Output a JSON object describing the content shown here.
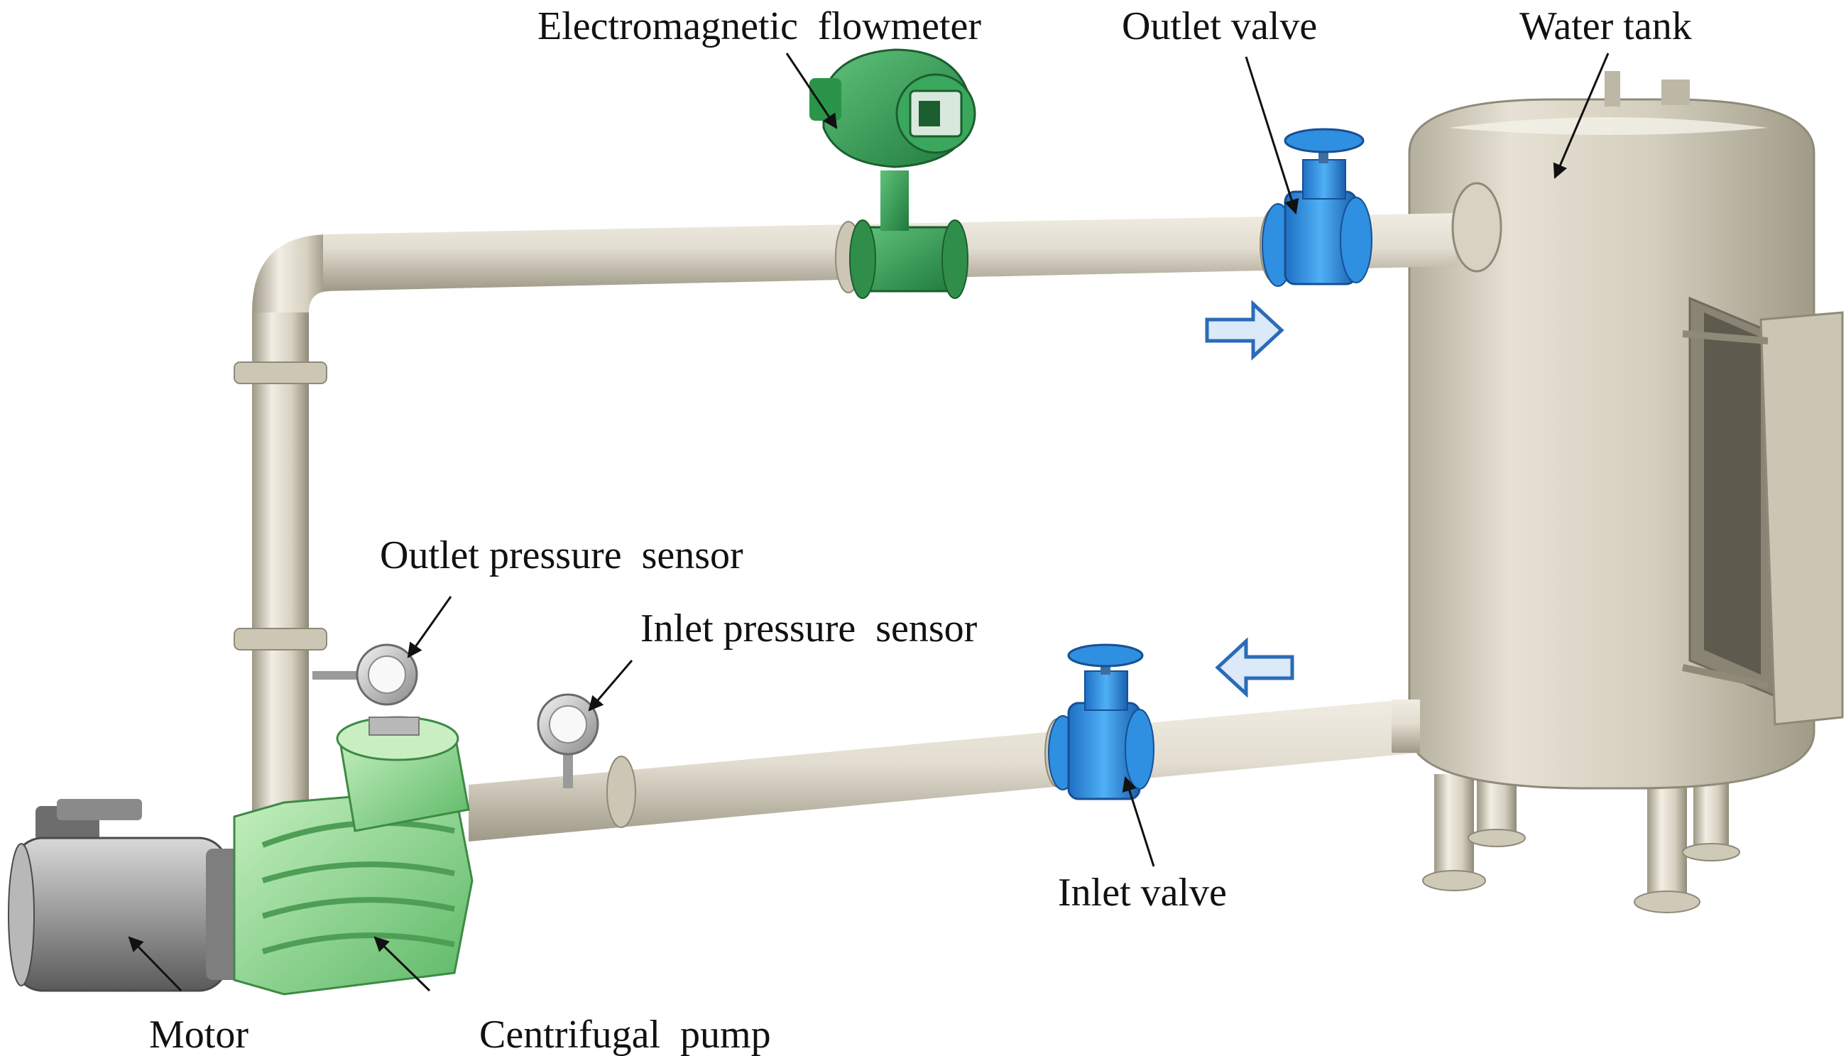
{
  "labels": {
    "electromagnetic_flowmeter": "Electromagnetic  flowmeter",
    "outlet_valve": "Outlet valve",
    "water_tank": "Water tank",
    "outlet_pressure_sensor": "Outlet pressure  sensor",
    "inlet_pressure_sensor": "Inlet pressure  sensor",
    "inlet_valve": "Inlet valve",
    "motor": "Motor",
    "centrifugal_pump": "Centrifugal  pump"
  },
  "colors": {
    "pipe": "#d8d2c2",
    "pipe_shadow": "#a8a290",
    "tank": "#d2ccbc",
    "flowmeter": "#3fa862",
    "pump": "#8fdc8f",
    "valve": "#2f8fe0",
    "motor": "#a9a9a9",
    "flow_arrow": "#2a6bb8"
  },
  "icons": {
    "flow_arrow_out": "right-arrow-outline-icon",
    "flow_arrow_in": "left-arrow-outline-icon"
  }
}
